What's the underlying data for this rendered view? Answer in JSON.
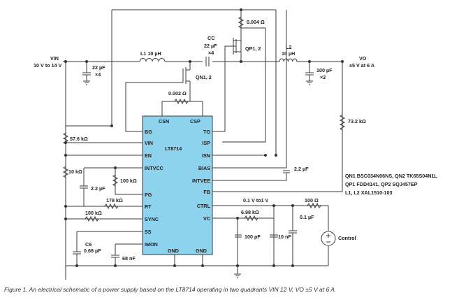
{
  "ic": {
    "name": "LT8714",
    "fill": "#8ed3ee"
  },
  "pins": {
    "left": [
      "BG",
      "VIN",
      "EN",
      "INTVCC",
      "PG",
      "RT",
      "SYNC",
      "SS",
      "IMON"
    ],
    "right": [
      "TG",
      "ISP",
      "ISN",
      "BIAS",
      "INTVEE",
      "FB",
      "CTRL",
      "VC"
    ],
    "top": [
      "CSN",
      "CSP"
    ],
    "bottom": [
      "GND",
      "GND"
    ]
  },
  "labels": {
    "vin": "VIN",
    "vin_range": "10 V to 14 V",
    "vin_cap": "22 µF",
    "vin_cap_n": "×4",
    "l1": "L1 10 µH",
    "cc": "CC",
    "cc_val": "22 µF",
    "cc_n": "×4",
    "r_sense_top": "0.004 Ω",
    "qp": "QP1, 2",
    "l2": "L2",
    "l2_val": "10 µH",
    "vo": "VO",
    "vo_val": "±5 V at 6 A",
    "out_cap": "100 µF",
    "out_cap_n": "×2",
    "qn": "QN1, 2",
    "r_sense_bot": "0.002 Ω",
    "r_fb": "73.2 kΩ",
    "r_en_top": "57.6 kΩ",
    "r_en_bot": "10 kΩ",
    "c_bias": "2.2 µF",
    "c_intvcc": "2.2 µF",
    "r_pg": "100 kΩ",
    "r_rt": "178 kΩ",
    "r_sync": "100 kΩ",
    "c6": "C6",
    "c6_val": "0.68 µF",
    "c_imon": "68 nF",
    "ctrl_range": "0.1 V to1 V",
    "r_ctrl": "100 Ω",
    "r_vc": "6.98 kΩ",
    "c_vc1": "100 pF",
    "c_vc2": "10 nF",
    "c_ctrl": "0.1 µF",
    "control": "Control"
  },
  "parts_list": [
    "QN1 BSC034N06NS, QN2 TK65S04N1L",
    "QP1 FDD4141, QP2 SQJ457EP",
    "L1, L2 XAL1510-103"
  ],
  "caption": "Figure 1. An electrical schematic of a power supply based on the LT8714 operating in two quadrants VIN 12 V, VO ±5 V at 6 A."
}
